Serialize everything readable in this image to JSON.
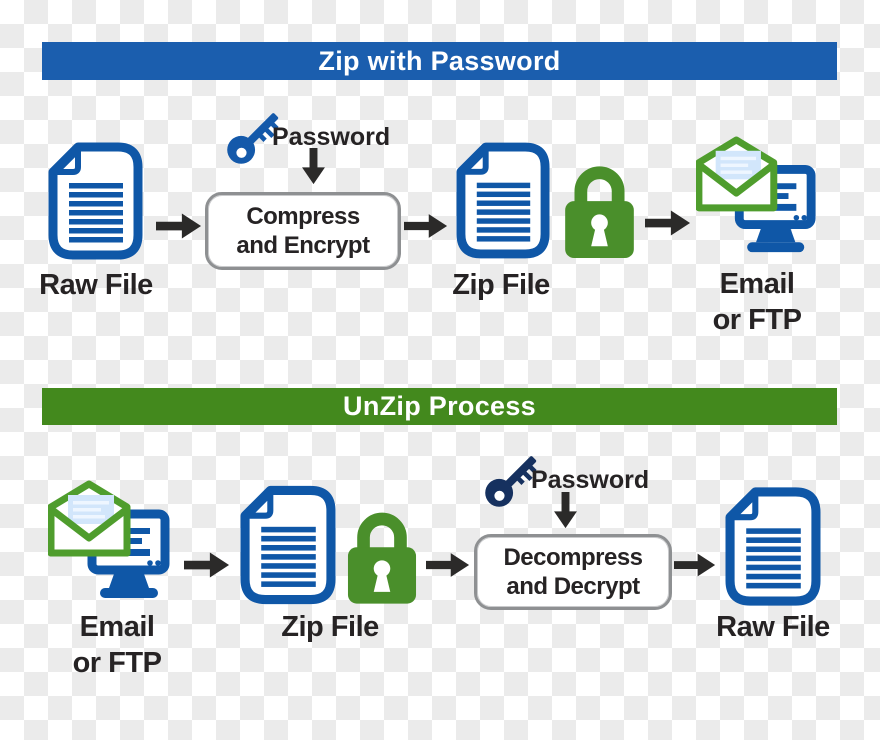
{
  "colors": {
    "header_blue": "#1b5eae",
    "header_green": "#43891d",
    "doc_blue": "#0f57a7",
    "lock_green": "#4a8f2b",
    "envelope_green": "#4f9d2d",
    "key_blue": "#1459aa",
    "key_navy": "#16315f",
    "ink": "#262324",
    "arrow_ink": "#2b2a29",
    "letter_bg": "#d2e6fb",
    "letter_line": "#eef6ff",
    "box_border": "#8e9092",
    "checker": "#ebebeb"
  },
  "icons": [
    "document-icon",
    "padlock-icon",
    "key-icon",
    "email-computer-icon",
    "arrow-right-icon",
    "arrow-down-icon"
  ],
  "zip_section": {
    "header": "Zip with Password",
    "source_label": "Raw File",
    "password_label": "Password",
    "box_line1": "Compress",
    "box_line2": "and Encrypt",
    "zip_label": "Zip File",
    "dest_line1": "Email",
    "dest_line2": "or FTP"
  },
  "unzip_section": {
    "header": "UnZip Process",
    "source_line1": "Email",
    "source_line2": "or FTP",
    "zip_label": "Zip File",
    "password_label": "Password",
    "box_line1": "Decompress",
    "box_line2": "and Decrypt",
    "dest_label": "Raw File"
  }
}
